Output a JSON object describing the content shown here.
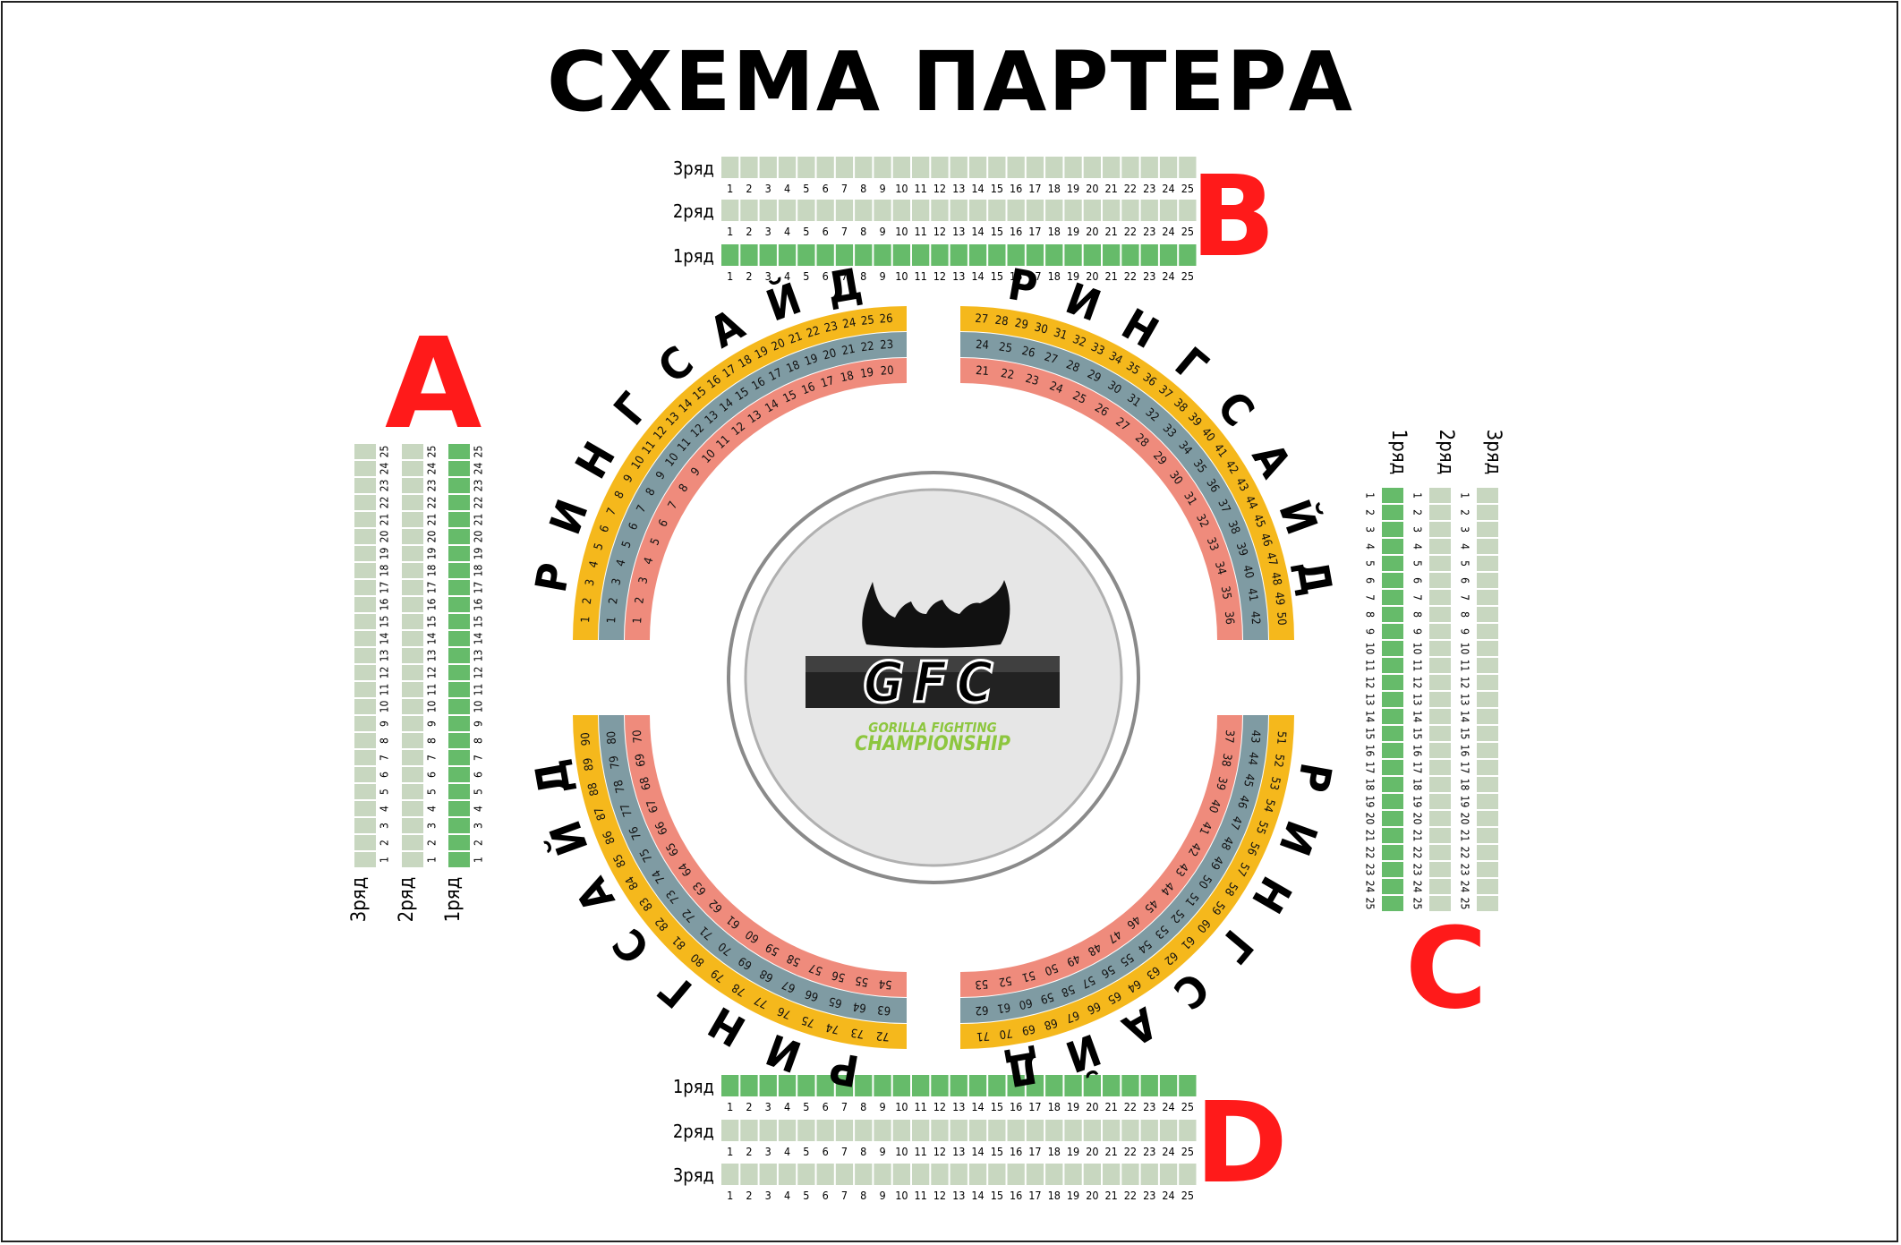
{
  "title": "СХЕМА ПАРТЕРА",
  "sector_letters": {
    "a": "A",
    "b": "B",
    "c": "C",
    "d": "D"
  },
  "ringside_label": "РИНГСАЙД",
  "row_labels": {
    "row1": "1ряд",
    "row2": "2ряд",
    "row3": "3ряд"
  },
  "logo": {
    "brand": "GFC",
    "tagline_1": "GORILLA FIGHTING",
    "tagline_2": "CHAMPIONSHIP"
  },
  "colors": {
    "seat_row1": "#66bb6a",
    "seat_row23": "#c8d7c0",
    "ring_outer": "#f5b81c",
    "ring_middle": "#7f9ba3",
    "ring_inner": "#ef8b7c",
    "sector_letter": "#ff1a1a",
    "cage_fill": "#e6e6e6"
  },
  "rows": {
    "seats_per_row": 25
  },
  "ringside": {
    "top_left": {
      "outer": [
        1,
        26
      ],
      "middle": [
        1,
        23
      ],
      "inner": [
        1,
        20
      ]
    },
    "top_right": {
      "outer": [
        27,
        50
      ],
      "middle": [
        24,
        42
      ],
      "inner": [
        21,
        36
      ]
    },
    "bottom_right": {
      "outer": [
        51,
        71
      ],
      "middle": [
        43,
        62
      ],
      "inner": [
        37,
        53
      ]
    },
    "bottom_left": {
      "outer": [
        72,
        90
      ],
      "middle": [
        63,
        80
      ],
      "inner": [
        54,
        70
      ]
    }
  }
}
